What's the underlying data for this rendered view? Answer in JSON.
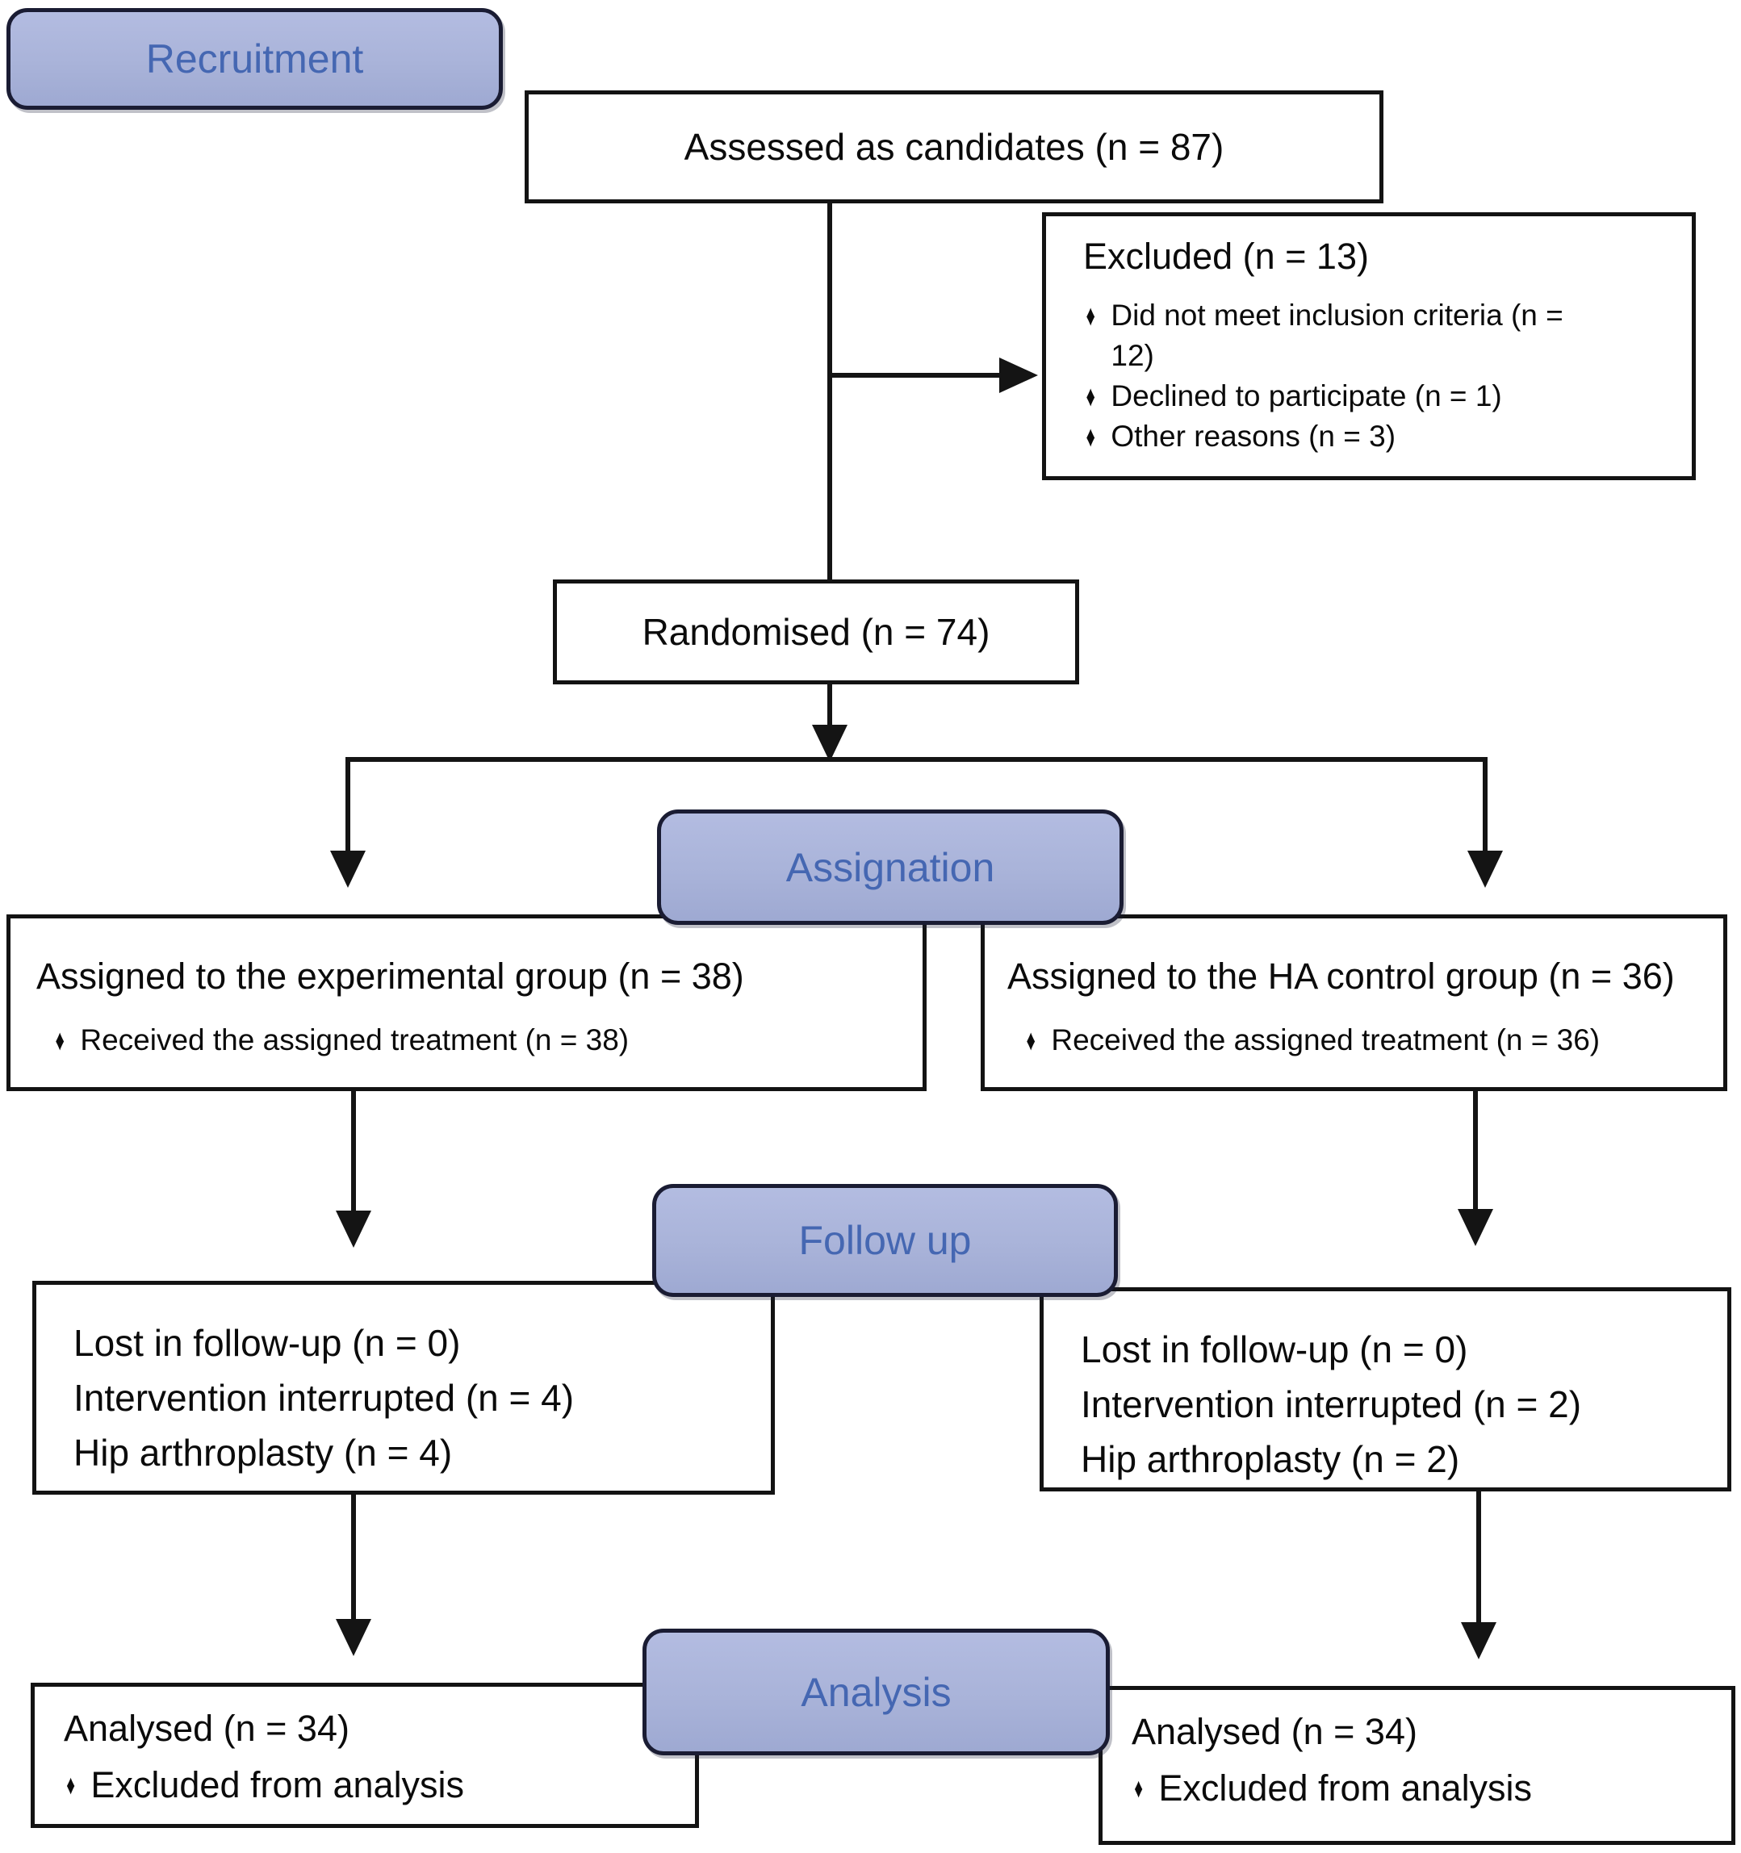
{
  "glyphs": {
    "diamond": "♦"
  },
  "stages": {
    "recruitment": "Recruitment",
    "assignation": "Assignation",
    "followup": "Follow up",
    "analysis": "Analysis"
  },
  "boxes": {
    "assessed": {
      "text": "Assessed as candidates (n = 87)"
    },
    "excluded": {
      "title": "Excluded (n = 13)",
      "bullets": [
        "Did not meet inclusion criteria (n = 12)",
        "Declined to participate (n = 1)",
        "Other reasons (n = 3)"
      ]
    },
    "randomised": {
      "text": "Randomised (n = 74)"
    },
    "group_experimental": {
      "title": "Assigned to the experimental group (n = 38)",
      "bullets": [
        "Received the assigned treatment (n = 38)"
      ]
    },
    "group_control": {
      "title": "Assigned to the HA control group (n = 36)",
      "bullets": [
        "Received the assigned treatment (n = 36)"
      ]
    },
    "followup_experimental": {
      "lines": [
        "Lost in follow-up (n = 0)",
        "Intervention interrupted (n = 4)",
        "Hip arthroplasty (n = 4)"
      ]
    },
    "followup_control": {
      "lines": [
        "Lost in follow-up (n = 0)",
        "Intervention interrupted (n = 2)",
        "Hip arthroplasty (n = 2)"
      ]
    },
    "analysis_experimental": {
      "title": "Analysed (n = 34)",
      "bullets": [
        "Excluded from analysis"
      ]
    },
    "analysis_control": {
      "title": "Analysed (n = 34)",
      "bullets": [
        "Excluded from analysis"
      ]
    }
  },
  "colors": {
    "stage_fill": "#a9b3d9",
    "stage_border": "#1a1c33",
    "stage_text": "#4567b2",
    "node_border": "#131313",
    "connector": "#141414",
    "text": "#0b0b0b",
    "background": "#ffffff"
  }
}
